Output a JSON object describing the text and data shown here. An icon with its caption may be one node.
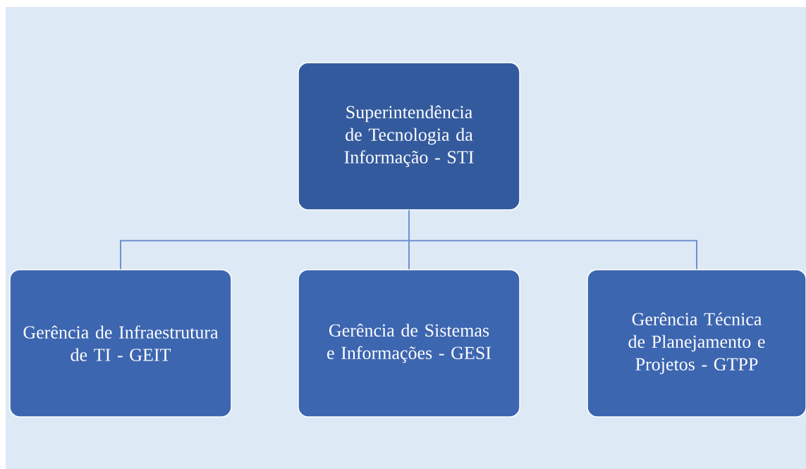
{
  "diagram": {
    "nodes": [
      {
        "text": [
          "Superintendência de Tecnologia da Informação - STI"
        ]
      },
      {
        "text": [
          "Gerência de Infraestrutura de TI - GEIT"
        ]
      },
      {
        "text": [
          "Gerência de Sistemas e Informações - GESI"
        ]
      },
      {
        "text": [
          "Gerência Técnica de Planejamento e Projetos - GTPP"
        ]
      }
    ],
    "edges": [
      {
        "from": 0,
        "to": 1,
        "arrow": "none"
      },
      {
        "from": 0,
        "to": 2,
        "arrow": "none"
      },
      {
        "from": 0,
        "to": 3,
        "arrow": "none"
      }
    ]
  }
}
